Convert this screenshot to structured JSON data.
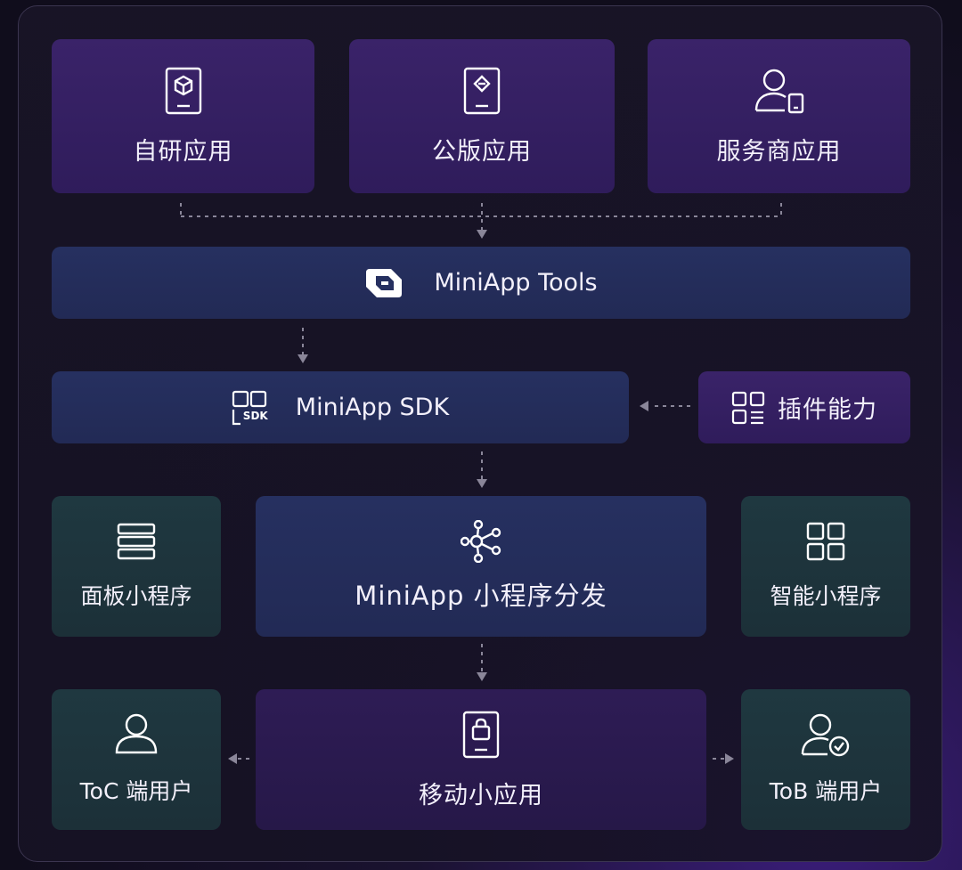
{
  "top_row": [
    {
      "label": "自研应用",
      "icon": "tablet-cube-icon"
    },
    {
      "label": "公版应用",
      "icon": "tablet-diamond-icon"
    },
    {
      "label": "服务商应用",
      "icon": "user-phone-icon"
    }
  ],
  "tools": {
    "label": "MiniApp Tools",
    "icon": "miniapp-logo-icon"
  },
  "sdk": {
    "label": "MiniApp SDK",
    "icon": "sdk-icon",
    "icon_text": "SDK"
  },
  "plugin": {
    "label": "插件能力",
    "icon": "plugin-grid-icon"
  },
  "middle_row": {
    "left": {
      "label": "面板小程序",
      "icon": "stack-icon"
    },
    "center": {
      "label": "MiniApp 小程序分发",
      "icon": "share-nodes-icon"
    },
    "right": {
      "label": "智能小程序",
      "icon": "grid-icon"
    }
  },
  "bottom_row": {
    "left": {
      "label": "ToC 端用户",
      "icon": "user-icon"
    },
    "center": {
      "label": "移动小应用",
      "icon": "phone-bag-icon"
    },
    "right": {
      "label": "ToB 端用户",
      "icon": "user-check-icon"
    }
  },
  "colors": {
    "purple": "#3a2369",
    "blue": "#263060",
    "teal": "#1f3840",
    "connector": "#8a8699"
  }
}
